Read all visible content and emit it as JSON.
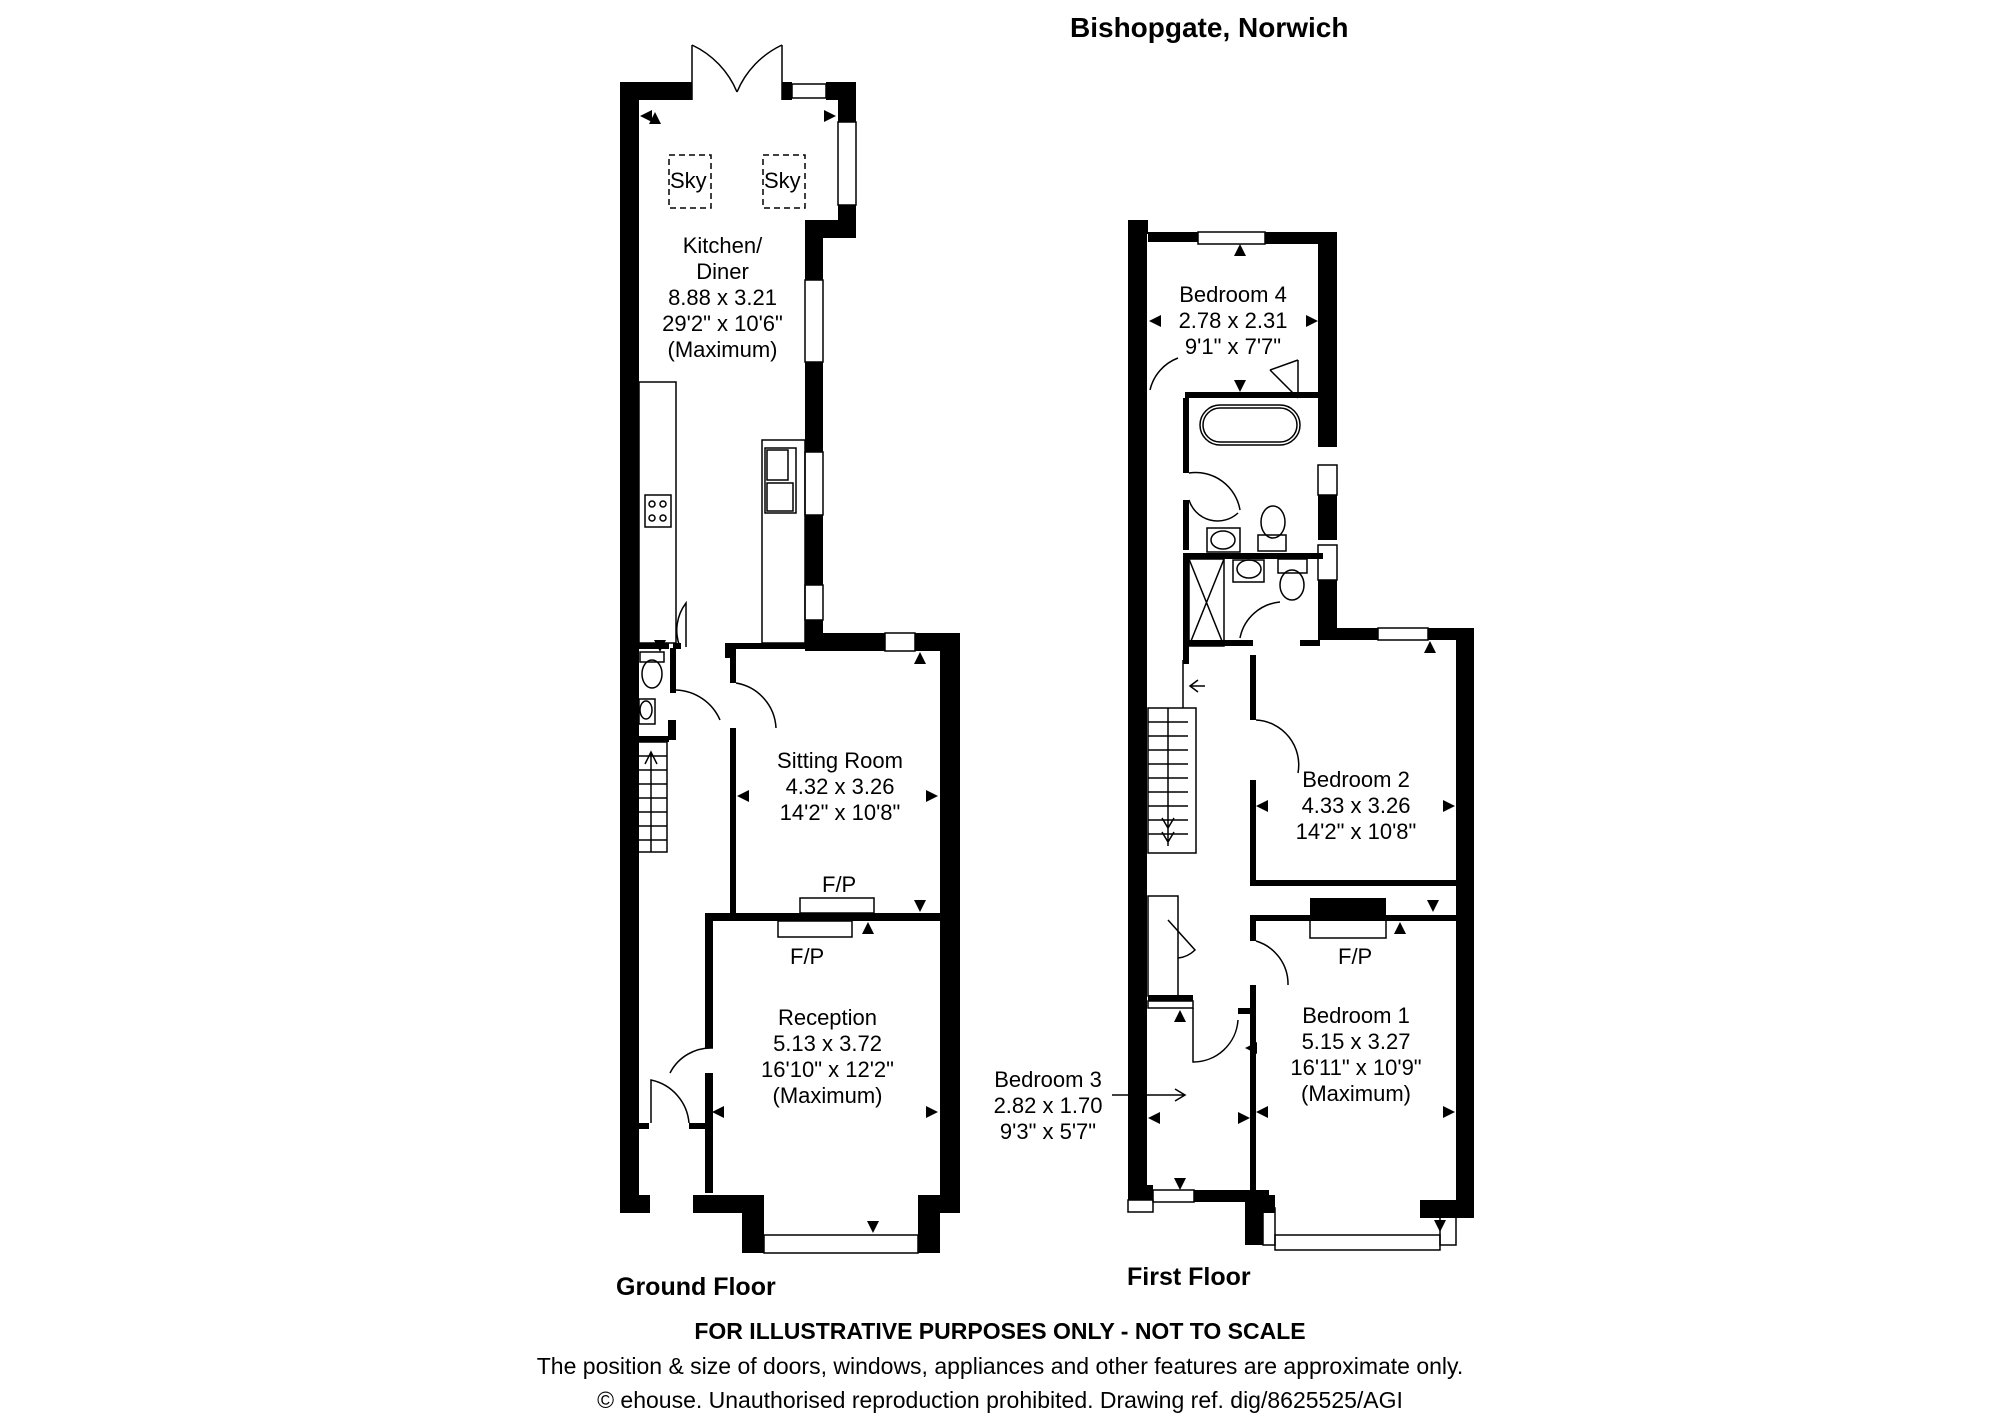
{
  "header": {
    "title": "Bishopgate, Norwich"
  },
  "ground_floor": {
    "label": "Ground Floor",
    "rooms": [
      {
        "name": "Kitchen/",
        "name2": "Diner",
        "metric": "8.88 x 3.21",
        "imperial": "29'2\" x 10'6\"",
        "note": "(Maximum)"
      },
      {
        "name": "Sitting Room",
        "metric": "4.32 x 3.26",
        "imperial": "14'2\" x 10'8\""
      },
      {
        "name": "Reception",
        "metric": "5.13 x 3.72",
        "imperial": "16'10\" x 12'2\"",
        "note": "(Maximum)"
      }
    ],
    "skylights": [
      "Sky",
      "Sky"
    ],
    "fireplaces": [
      "F/P",
      "F/P"
    ]
  },
  "first_floor": {
    "label": "First Floor",
    "rooms": [
      {
        "name": "Bedroom 4",
        "metric": "2.78 x 2.31",
        "imperial": "9'1\" x 7'7\""
      },
      {
        "name": "Bedroom 2",
        "metric": "4.33 x 3.26",
        "imperial": "14'2\" x 10'8\""
      },
      {
        "name": "Bedroom 1",
        "metric": "5.15 x 3.27",
        "imperial": "16'11\" x 10'9\"",
        "note": "(Maximum)"
      },
      {
        "name": "Bedroom 3",
        "metric": "2.82 x 1.70",
        "imperial": "9'3\" x 5'7\""
      }
    ],
    "fireplaces": [
      "F/P"
    ]
  },
  "footer": {
    "disclaimer": "FOR ILLUSTRATIVE PURPOSES ONLY - NOT TO SCALE",
    "note": "The position & size of doors, windows, appliances and other features are approximate only.",
    "copyright": "© ehouse. Unauthorised reproduction prohibited. Drawing ref. dig/8625525/AGI"
  }
}
